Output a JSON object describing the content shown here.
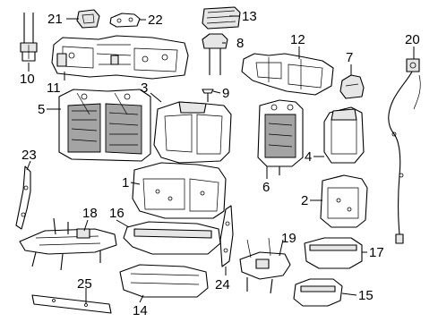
{
  "callouts": [
    {
      "id": "p1",
      "text": "1"
    },
    {
      "id": "p2",
      "text": "2"
    },
    {
      "id": "p3",
      "text": "3"
    },
    {
      "id": "p4",
      "text": "4"
    },
    {
      "id": "p5",
      "text": "5"
    },
    {
      "id": "p6",
      "text": "6"
    },
    {
      "id": "p7",
      "text": "7"
    },
    {
      "id": "p8",
      "text": "8"
    },
    {
      "id": "p9",
      "text": "9"
    },
    {
      "id": "p10",
      "text": "10"
    },
    {
      "id": "p11",
      "text": "11"
    },
    {
      "id": "p12",
      "text": "12"
    },
    {
      "id": "p13",
      "text": "13"
    },
    {
      "id": "p14",
      "text": "14"
    },
    {
      "id": "p15",
      "text": "15"
    },
    {
      "id": "p16",
      "text": "16"
    },
    {
      "id": "p17",
      "text": "17"
    },
    {
      "id": "p18",
      "text": "18"
    },
    {
      "id": "p19",
      "text": "19"
    },
    {
      "id": "p20",
      "text": "20"
    },
    {
      "id": "p21",
      "text": "21"
    },
    {
      "id": "p22",
      "text": "22"
    },
    {
      "id": "p23",
      "text": "23"
    },
    {
      "id": "p24",
      "text": "24"
    },
    {
      "id": "p25",
      "text": "25"
    }
  ]
}
